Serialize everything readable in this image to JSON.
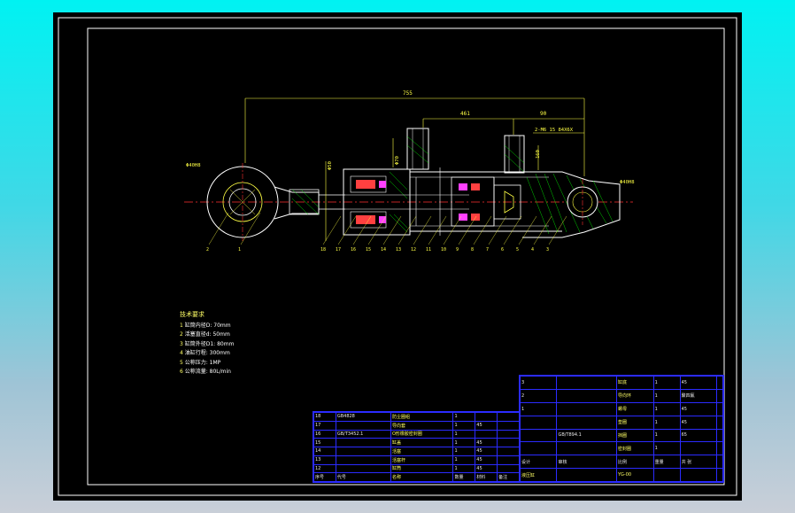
{
  "drawing": {
    "dimensions": {
      "overall_length": "755",
      "stroke_left": "461",
      "stroke_right": "90",
      "port_thread": "2-M6 15 84X6X",
      "port_height": "160",
      "rod_eye_dia": "Φ40H8",
      "cap_eye_dia": "Φ40H8",
      "bore_dia": "Φ70",
      "rod_dia": "Φ50"
    },
    "part_balloons_bottom": [
      "18",
      "17",
      "16",
      "15",
      "14",
      "13",
      "12",
      "11",
      "10",
      "9",
      "8",
      "7",
      "6",
      "5",
      "4",
      "3"
    ],
    "part_balloons_left": [
      "2",
      "1"
    ]
  },
  "notes": {
    "heading": "技术要求",
    "items": [
      {
        "num": "1",
        "text": "缸筒内径D: 70mm"
      },
      {
        "num": "2",
        "text": "活塞直径d: 50mm"
      },
      {
        "num": "3",
        "text": "缸筒外径D1: 80mm"
      },
      {
        "num": "4",
        "text": "油缸行程: 300mm"
      },
      {
        "num": "5",
        "text": "公称压力: 1MP"
      },
      {
        "num": "6",
        "text": "公称流量: 80L/min"
      }
    ]
  },
  "bom_left": {
    "rows": [
      [
        "18",
        "GB4828",
        "防尘圈组",
        "1",
        "",
        ""
      ],
      [
        "17",
        "",
        "导向套",
        "1",
        "45",
        ""
      ],
      [
        "16",
        "GB/T3452.1",
        "O形橡胶密封圈",
        "1",
        "",
        ""
      ],
      [
        "15",
        "",
        "缸盖",
        "1",
        "45",
        ""
      ],
      [
        "14",
        "",
        "活塞",
        "1",
        "45",
        ""
      ],
      [
        "13",
        "",
        "活塞杆",
        "1",
        "45",
        ""
      ],
      [
        "12",
        "",
        "缸筒",
        "1",
        "45",
        ""
      ],
      [
        "序号",
        "代号",
        "名称",
        "数量",
        "材料",
        "备注"
      ]
    ]
  },
  "bom_right": {
    "rows": [
      [
        "3",
        "",
        "缸底",
        "1",
        "45",
        ""
      ],
      [
        "2",
        "",
        "导向环",
        "1",
        "聚四氟",
        ""
      ],
      [
        "1",
        "",
        "螺母",
        "1",
        "45",
        ""
      ],
      [
        "",
        "",
        "垫圈",
        "1",
        "45",
        ""
      ],
      [
        "",
        "GB/T894.1",
        "挡圈",
        "1",
        "65",
        ""
      ],
      [
        "",
        "",
        "密封圈",
        "1",
        "",
        ""
      ]
    ],
    "labels": {
      "design": "设计",
      "check": "审核",
      "scale": "比例",
      "weight": "重量",
      "sheet": "共 张",
      "title": "液压缸",
      "drawing_no": "YG-00"
    }
  }
}
